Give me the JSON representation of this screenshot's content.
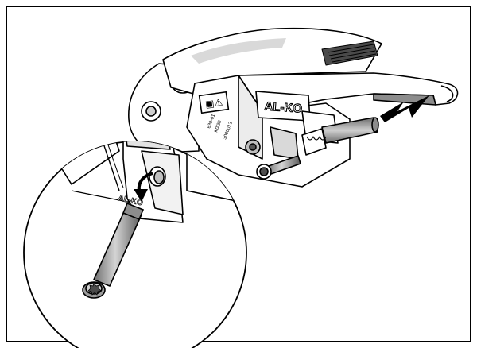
{
  "labels": {
    "brand_main": "AL-KO",
    "brand_small": "AL-KO",
    "pictogram": "▣⚠",
    "part_code_1": "638-01",
    "part_code_2": "K0/30",
    "part_code_3": "3000013"
  },
  "colors": {
    "line": "#000000",
    "shade_light": "#d9d9d9",
    "shade_mid": "#a6a6a6",
    "shade_dark": "#595959",
    "paper": "#ffffff"
  }
}
